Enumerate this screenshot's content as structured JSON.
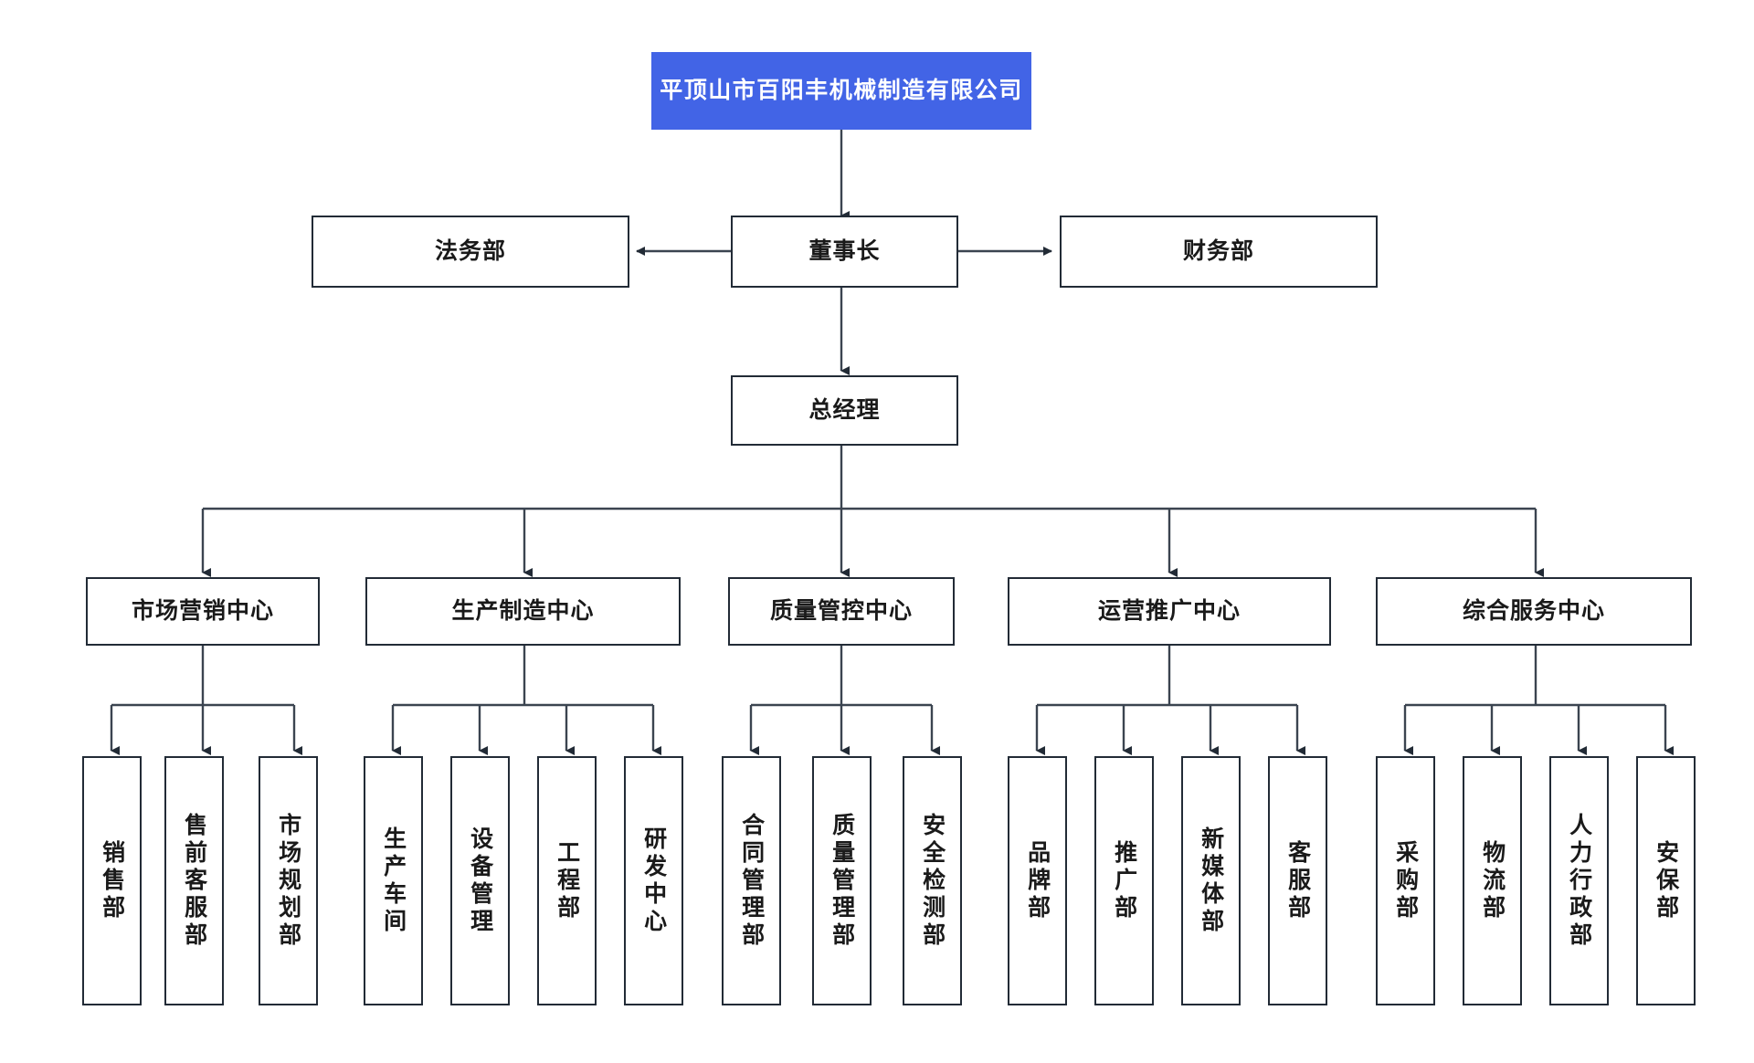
{
  "chart_data": {
    "type": "diagram",
    "title": "平顶山市百阳丰机械制造有限公司 组织架构图",
    "orientation": "top-down",
    "colors": {
      "root_fill": "#4264e6",
      "root_text": "#ffffff",
      "node_border": "#222b36",
      "node_fill": "#ffffff",
      "node_text": "#1a1a1a",
      "edge": "#3b4450",
      "background": "#ffffff"
    },
    "levels": [
      {
        "level": 1,
        "labels": [
          "平顶山市百阳丰机械制造有限公司"
        ]
      },
      {
        "level": 2,
        "labels": [
          "法务部",
          "董事长",
          "财务部"
        ]
      },
      {
        "level": 3,
        "labels": [
          "总经理"
        ]
      },
      {
        "level": 4,
        "labels": [
          "市场营销中心",
          "生产制造中心",
          "质量管控中心",
          "运营推广中心",
          "综合服务中心"
        ]
      },
      {
        "level": 5,
        "labels": [
          "销售部",
          "售前客服部",
          "市场规划部",
          "生产车间",
          "设备管理",
          "工程部",
          "研发中心",
          "合同管理部",
          "质量管理部",
          "安全检测部",
          "品牌部",
          "推广部",
          "新媒体部",
          "客服部",
          "采购部",
          "物流部",
          "人力行政部",
          "安保部"
        ]
      }
    ]
  },
  "diagram": {
    "root": {
      "label": "平顶山市百阳丰机械制造有限公司"
    },
    "chairman": {
      "label": "董事长"
    },
    "legal": {
      "label": "法务部"
    },
    "finance": {
      "label": "财务部"
    },
    "general_manager": {
      "label": "总经理"
    },
    "centers": [
      {
        "label": "市场营销中心",
        "departments": [
          {
            "label": "销售部"
          },
          {
            "label": "售前客服部"
          },
          {
            "label": "市场规划部"
          }
        ]
      },
      {
        "label": "生产制造中心",
        "departments": [
          {
            "label": "生产车间"
          },
          {
            "label": "设备管理"
          },
          {
            "label": "工程部"
          },
          {
            "label": "研发中心"
          }
        ]
      },
      {
        "label": "质量管控中心",
        "departments": [
          {
            "label": "合同管理部"
          },
          {
            "label": "质量管理部"
          },
          {
            "label": "安全检测部"
          }
        ]
      },
      {
        "label": "运营推广中心",
        "departments": [
          {
            "label": "品牌部"
          },
          {
            "label": "推广部"
          },
          {
            "label": "新媒体部"
          },
          {
            "label": "客服部"
          }
        ]
      },
      {
        "label": "综合服务中心",
        "departments": [
          {
            "label": "采购部"
          },
          {
            "label": "物流部"
          },
          {
            "label": "人力行政部"
          },
          {
            "label": "安保部"
          }
        ]
      }
    ]
  }
}
